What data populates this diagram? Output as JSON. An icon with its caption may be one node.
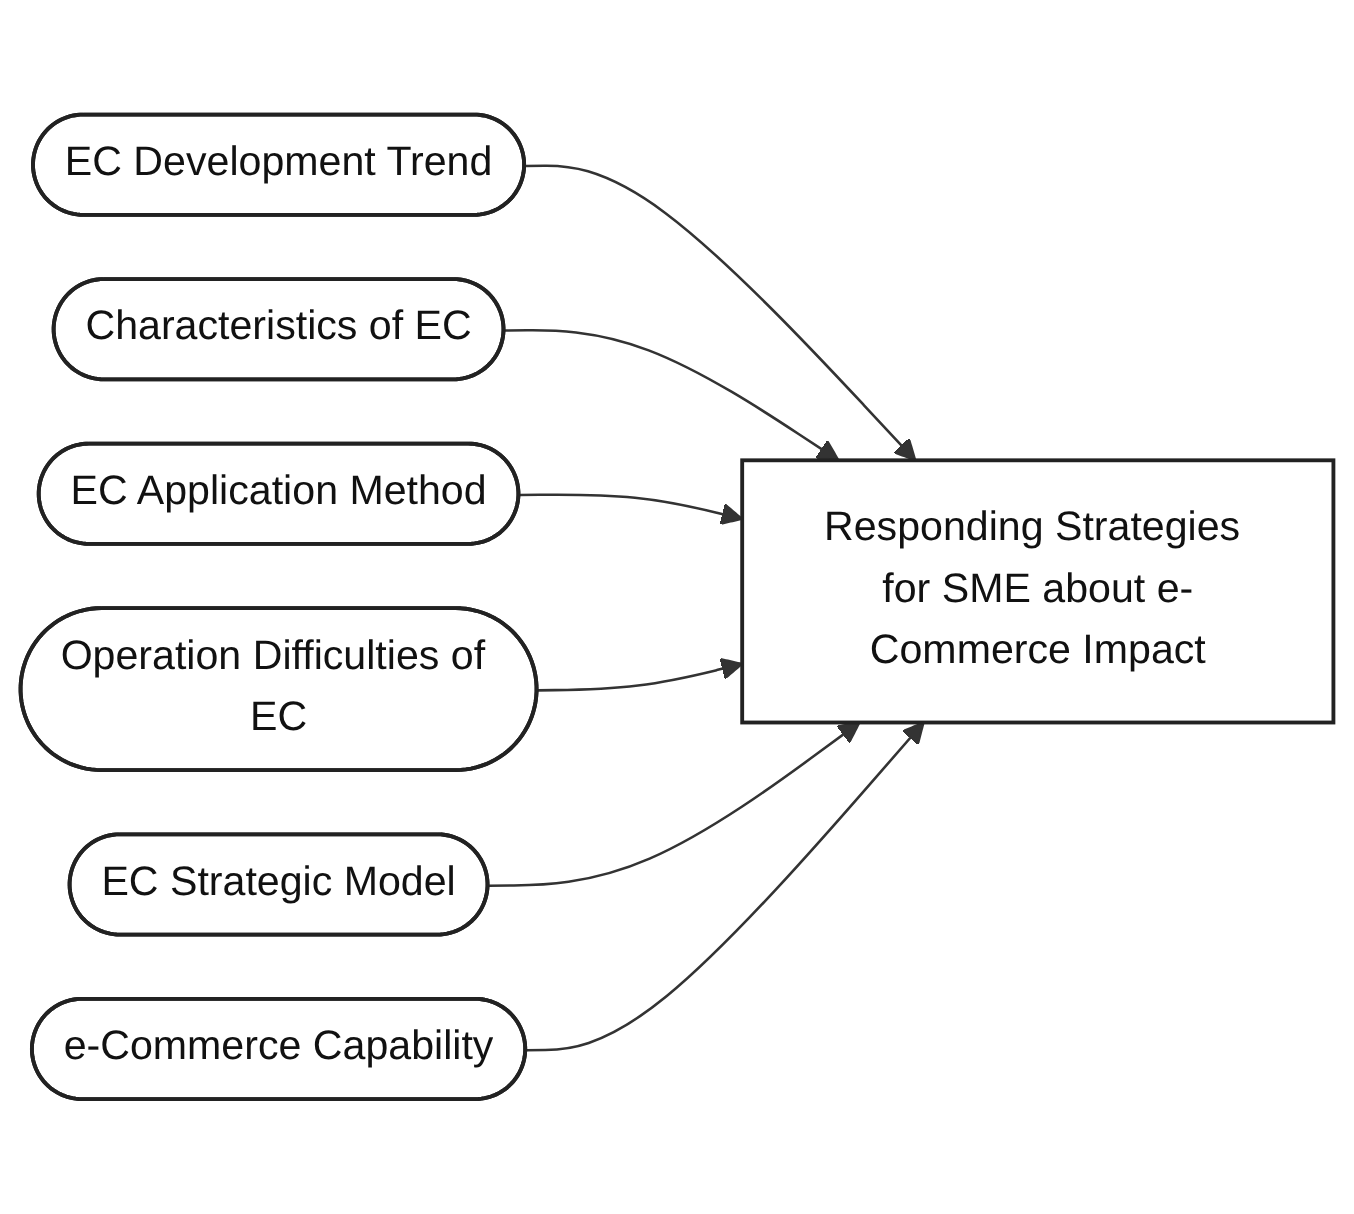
{
  "diagram": {
    "nodes": [
      {
        "text": [
          "EC Development Trend"
        ]
      },
      {
        "text": [
          "Characteristics of EC"
        ]
      },
      {
        "text": [
          "Responding Strategies for SME about e-Commerce Impact"
        ]
      },
      {
        "text": [
          "EC Application Method"
        ]
      },
      {
        "text": [
          "Operation Difficulties of EC"
        ]
      },
      {
        "text": [
          "EC Strategic Model"
        ]
      },
      {
        "text": [
          "e-Commerce Capability"
        ]
      }
    ],
    "edges": [
      {
        "from": 0,
        "to": 2,
        "arrow": "to"
      },
      {
        "from": 1,
        "to": 2,
        "arrow": "to"
      },
      {
        "from": 3,
        "to": 2,
        "arrow": "to"
      },
      {
        "from": 4,
        "to": 2,
        "arrow": "to"
      },
      {
        "from": 5,
        "to": 2,
        "arrow": "to"
      },
      {
        "from": 6,
        "to": 2,
        "arrow": "to"
      }
    ]
  }
}
